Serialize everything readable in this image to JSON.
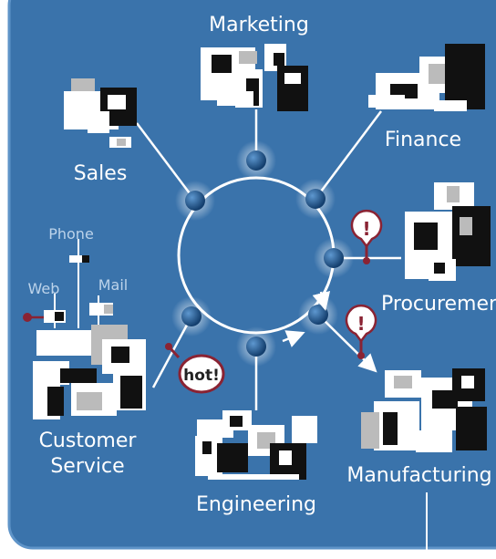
{
  "labels": {
    "marketing": "Marketing",
    "finance": "Finance",
    "sales": "Sales",
    "procurement": "Procurement",
    "customer_service_line1": "Customer",
    "customer_service_line2": "Service",
    "engineering": "Engineering",
    "manufacturing": "Manufacturing",
    "phone": "Phone",
    "web": "Web",
    "mail": "Mail",
    "hot_badge": "hot!",
    "alert_badge": "!"
  },
  "colors": {
    "background": "#3a73ab",
    "panel_border": "#5f94c8",
    "hub_ring": "#ffffff",
    "node": "#1d4f86",
    "node_highlight": "#5e98d0",
    "alert_marker": "#8a2333",
    "small_label": "#bcd3ea"
  },
  "icons": [
    "dept-building-icon",
    "alert-bubble-icon",
    "hot-bubble-icon",
    "channel-box-icon"
  ]
}
